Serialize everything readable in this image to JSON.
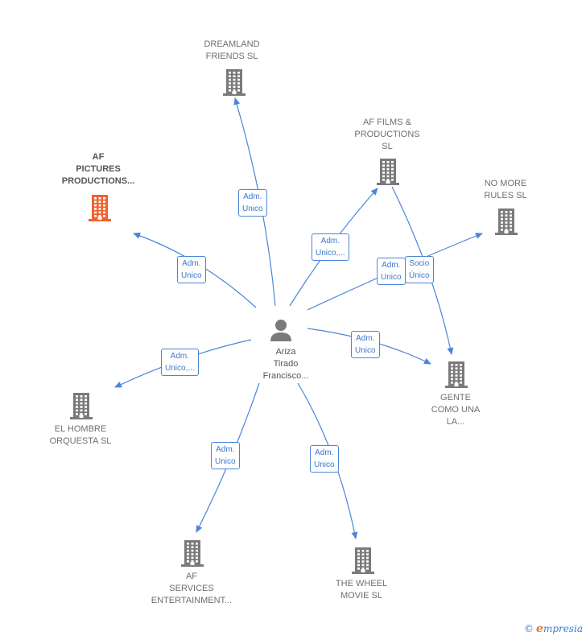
{
  "center": {
    "label": "Ariza\nTirado\nFrancisco..."
  },
  "companies": [
    {
      "id": "dreamland",
      "label": "DREAMLAND\nFRIENDS SL",
      "highlight": false
    },
    {
      "id": "af_films",
      "label": "AF FILMS &\nPRODUCTIONS\nSL",
      "highlight": false
    },
    {
      "id": "af_pictures",
      "label": "AF\nPICTURES\nPRODUCTIONS...",
      "highlight": true
    },
    {
      "id": "no_more_rules",
      "label": "NO MORE\nRULES SL",
      "highlight": false
    },
    {
      "id": "gente",
      "label": "GENTE\nCOMO UNA\nLA...",
      "highlight": false
    },
    {
      "id": "el_hombre",
      "label": "EL HOMBRE\nORQUESTA SL",
      "highlight": false
    },
    {
      "id": "af_services",
      "label": "AF\nSERVICES\nENTERTAINMENT...",
      "highlight": false
    },
    {
      "id": "the_wheel",
      "label": "THE WHEEL\nMOVIE SL",
      "highlight": false
    }
  ],
  "relations": [
    {
      "from": "center",
      "to": "dreamland",
      "label": "Adm.\nUnico"
    },
    {
      "from": "center",
      "to": "af_films",
      "label": "Adm.\nUnico,..."
    },
    {
      "from": "center",
      "to": "af_pictures",
      "label": "Adm.\nUnico"
    },
    {
      "from": "center",
      "to": "no_more_rules",
      "label": "Adm.\nUnico"
    },
    {
      "from": "af_films",
      "to": "gente",
      "label": "Socio\nÚnico"
    },
    {
      "from": "center",
      "to": "gente",
      "label": "Adm.\nUnico"
    },
    {
      "from": "center",
      "to": "el_hombre",
      "label": "Adm.\nUnico,..."
    },
    {
      "from": "center",
      "to": "af_services",
      "label": "Adm.\nUnico"
    },
    {
      "from": "center",
      "to": "the_wheel",
      "label": "Adm.\nUnico"
    }
  ],
  "colors": {
    "edge": "#4a86d8",
    "building": "#7a7a7a",
    "building_highlight": "#f0612f",
    "person": "#7a7a7a"
  },
  "footer": {
    "copyright": "©",
    "brand_initial": "e",
    "brand_rest": "mpresia"
  }
}
